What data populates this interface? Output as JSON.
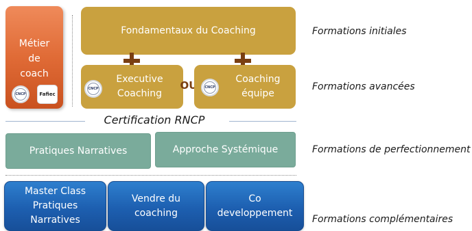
{
  "left_box": {
    "label": "Métier\nde\ncoach",
    "badge_cncp": "CNCP",
    "badge_fafiec": "Fafiec"
  },
  "boxes": {
    "fondamentaux": "Fondamentaux du Coaching",
    "executive": "Executive\nCoaching",
    "ou": "OU",
    "coaching_equipe": "Coaching\néquipe",
    "badge_cncp_exec": "CNCP",
    "badge_cncp_equipe": "CNCP",
    "certification": "Certification RNCP",
    "pratiques_narratives": "Pratiques Narratives",
    "approche_systemique": "Approche Systémique",
    "master_class": "Master Class\nPratiques\nNarratives",
    "vendre": "Vendre du\ncoaching",
    "co_dev": "Co\ndeveloppement"
  },
  "labels": {
    "initiales": "Formations initiales",
    "avancees": "Formations avancées",
    "perfectionnement": "Formations de perfectionnement",
    "complementaires": "Formations complémentaires"
  },
  "colors": {
    "gold": "#c9a13f",
    "teal": "#7aab9b",
    "blue": "#1d5fb0",
    "orange": "#e06b36",
    "plus": "#7a3f12"
  }
}
